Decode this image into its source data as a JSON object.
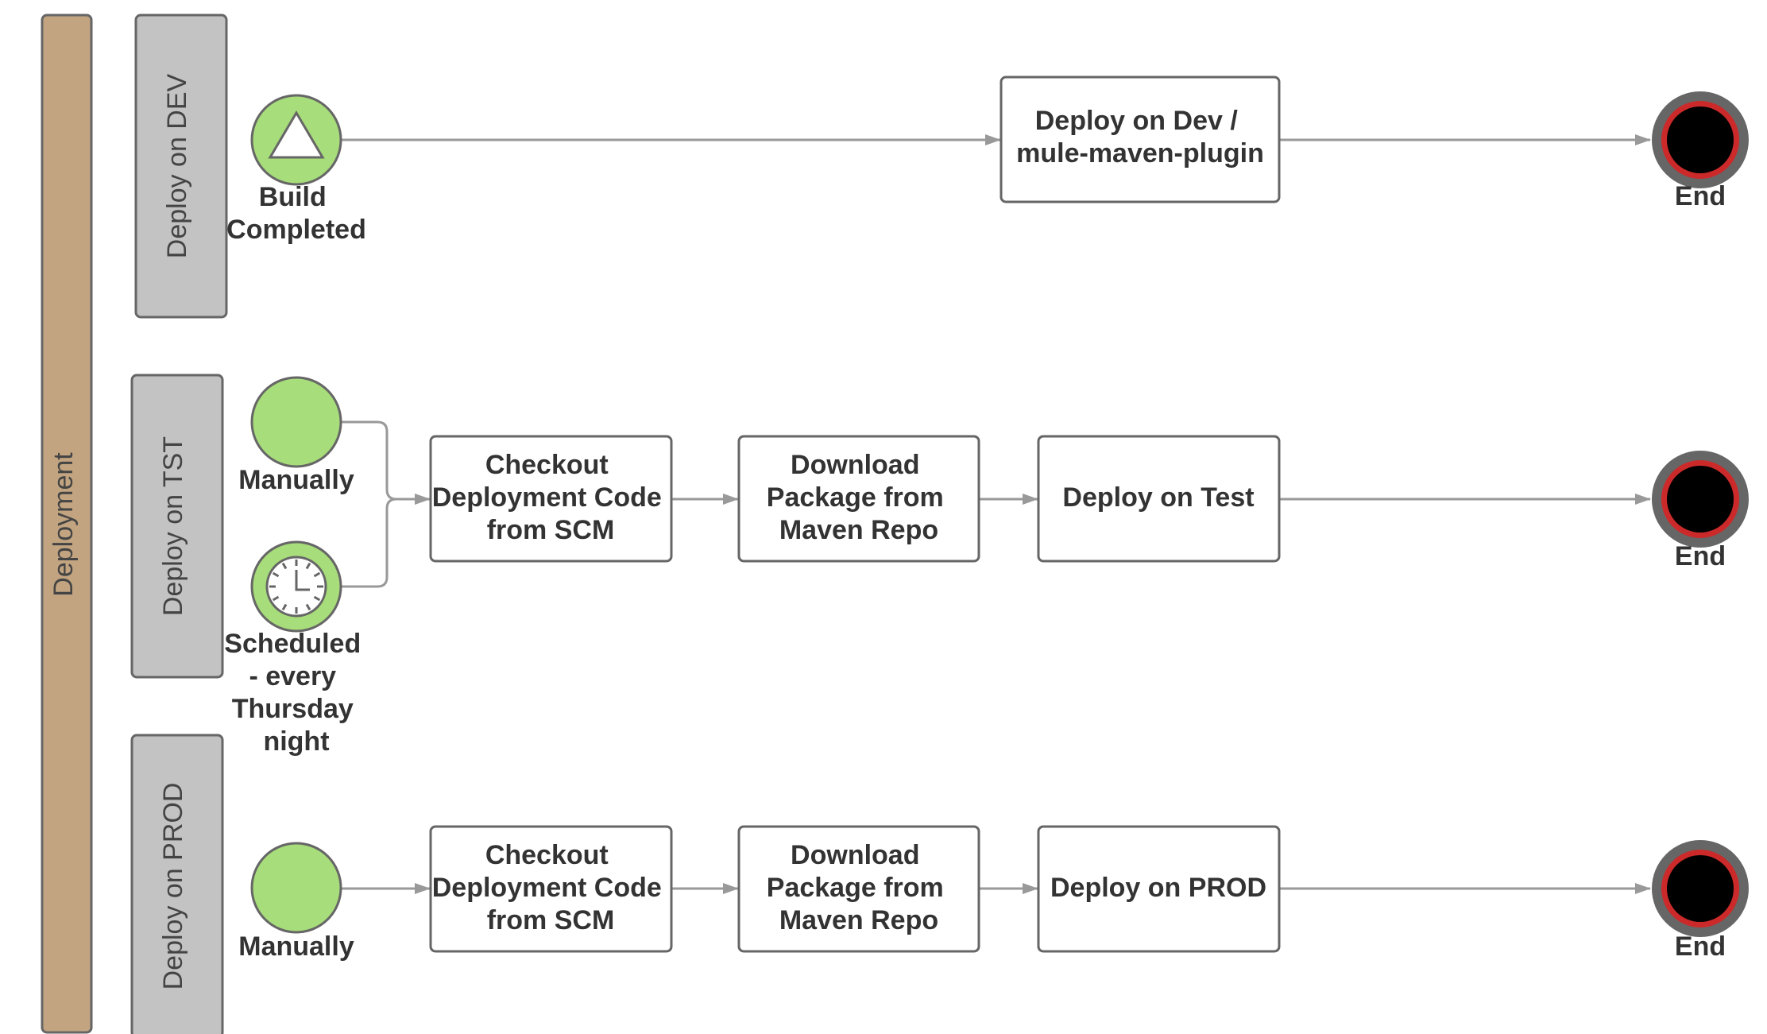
{
  "pool": {
    "label": "Deployment"
  },
  "lanes": {
    "dev": {
      "label": "Deploy on DEV"
    },
    "tst": {
      "label": "Deploy on TST"
    },
    "prod": {
      "label": "Deploy on PROD"
    }
  },
  "dev": {
    "start_label": [
      "Build",
      "Completed"
    ],
    "task_deploy": [
      "Deploy on Dev /",
      "mule-maven-plugin"
    ],
    "end_label": "End"
  },
  "tst": {
    "start_manual_label": "Manually",
    "start_scheduled_label": [
      "Scheduled",
      "- every",
      "Thursday",
      "night"
    ],
    "task_checkout": [
      "Checkout",
      "Deployment Code",
      "from SCM"
    ],
    "task_download": [
      "Download",
      "Package from",
      "Maven Repo"
    ],
    "task_deploy": "Deploy on Test",
    "end_label": "End"
  },
  "prod": {
    "start_manual_label": "Manually",
    "task_checkout": [
      "Checkout",
      "Deployment Code",
      "from SCM"
    ],
    "task_download": [
      "Download",
      "Package from",
      "Maven Repo"
    ],
    "task_deploy": "Deploy on PROD",
    "end_label": "End"
  },
  "colors": {
    "pool_fill": "#c2a480",
    "lane_fill": "#c3c3c3",
    "start_fill": "#a7dd7a",
    "border": "#666666",
    "connector": "#999999",
    "end_ring": "#666666",
    "end_accent": "#cc2a2a",
    "end_core": "#000000"
  }
}
